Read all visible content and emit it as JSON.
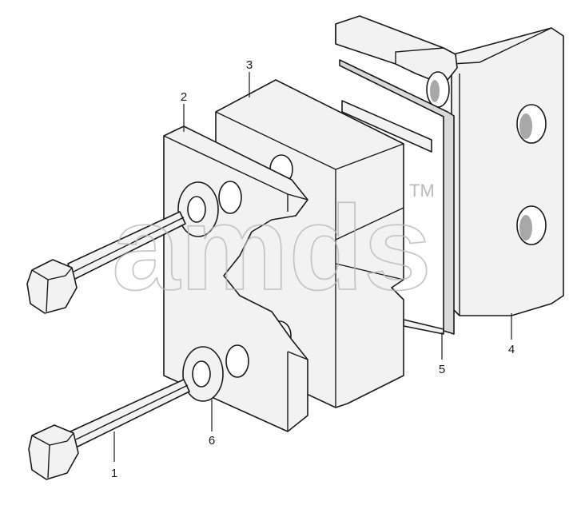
{
  "diagram": {
    "callouts": [
      "1",
      "2",
      "3",
      "4",
      "5",
      "6"
    ]
  },
  "watermark": {
    "text": "amds",
    "mark": "TM"
  },
  "colors": {
    "line": "#1a1a1a",
    "fill": "#f2f2f2",
    "watermark": "#b8b8b8"
  }
}
